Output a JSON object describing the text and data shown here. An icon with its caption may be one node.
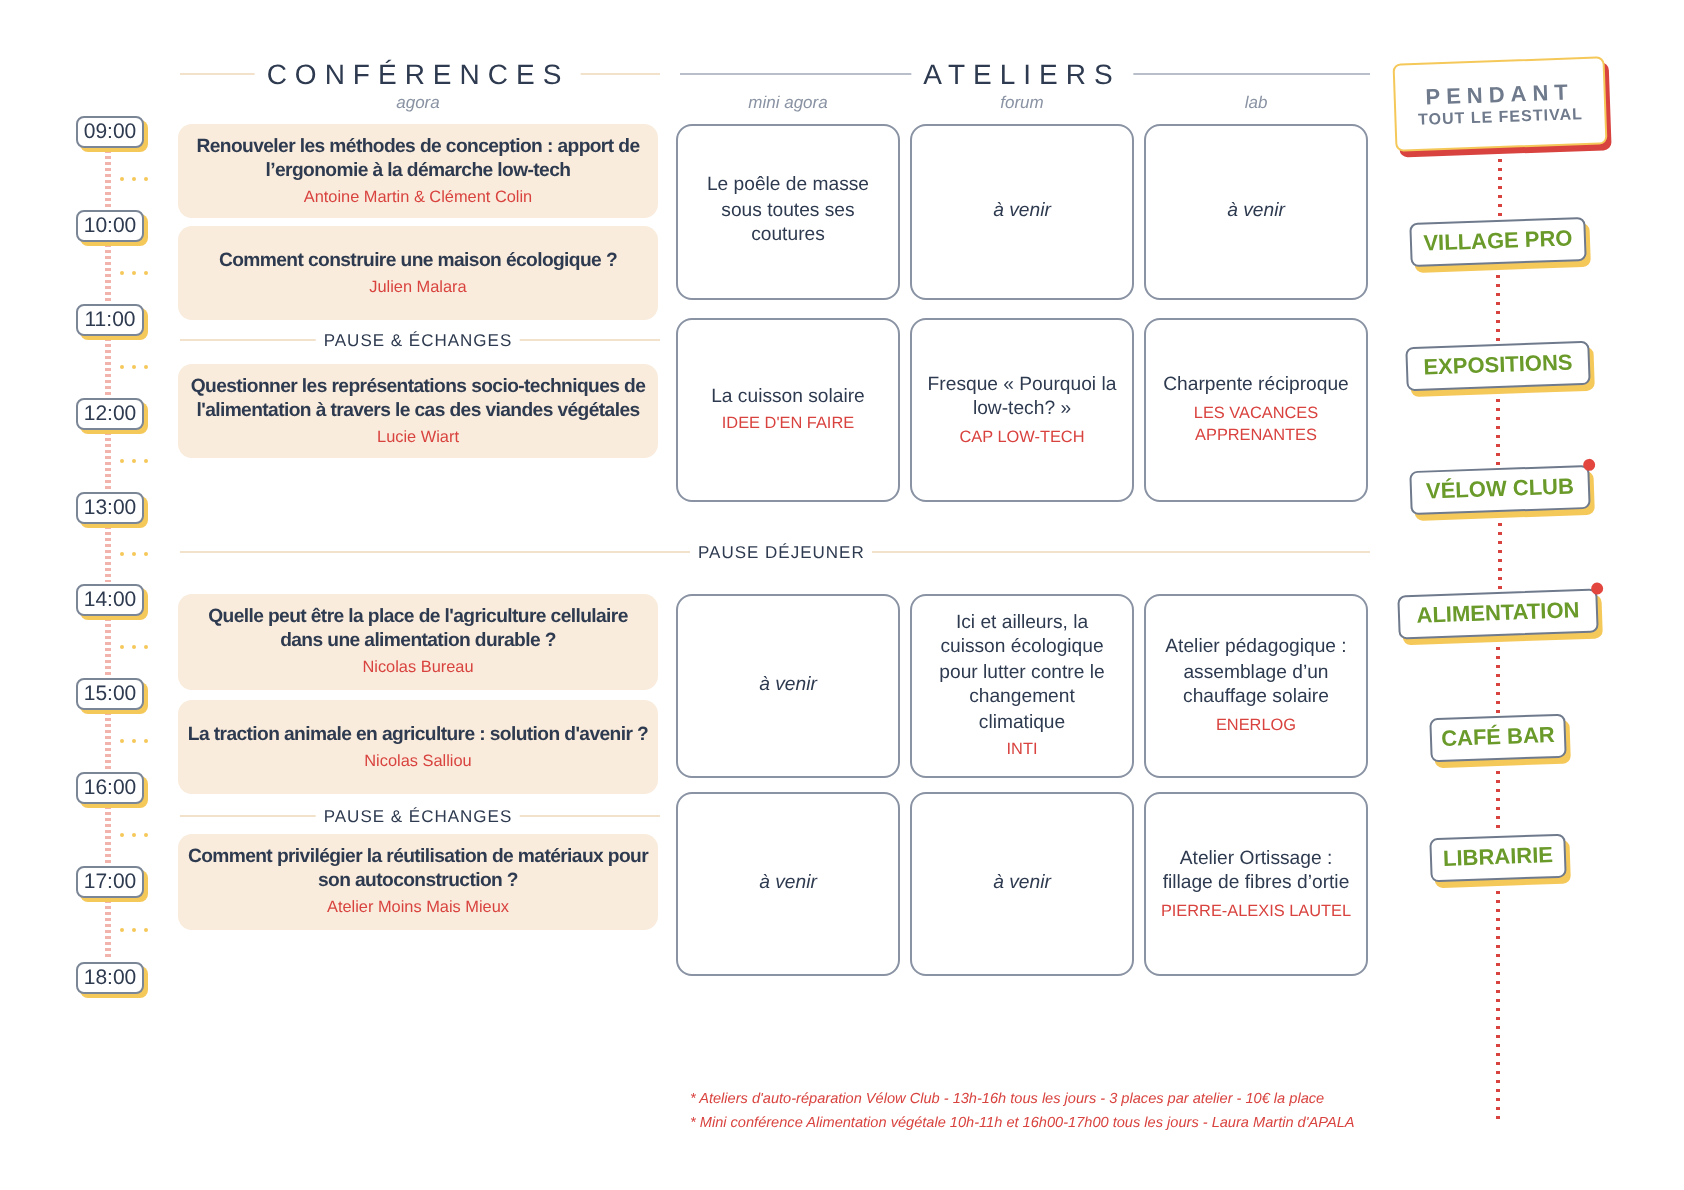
{
  "diagram": {
    "nodes": [
      {
        "text": [
          "09:00"
        ]
      },
      {
        "text": [
          "10:00"
        ]
      },
      {
        "text": [
          "11:00"
        ]
      },
      {
        "text": [
          "12:00"
        ]
      },
      {
        "text": [
          "13:00"
        ]
      },
      {
        "text": [
          "14:00"
        ]
      },
      {
        "text": [
          "15:00"
        ]
      },
      {
        "text": [
          "16:00"
        ]
      },
      {
        "text": [
          "17:00"
        ]
      },
      {
        "text": [
          "18:00"
        ]
      },
      {
        "text": [
          "Renouveler les méthodes de conception : apport de l’ergonomie à la démarche low-tech",
          "Antoine Martin & Clément Colin"
        ]
      },
      {
        "text": [
          "Comment construire une maison écologique ?",
          "Julien Malara"
        ]
      },
      {
        "text": [
          "Questionner les représentations socio-techniques de l'alimentation à travers le cas des viandes végétales",
          "Lucie Wiart"
        ]
      },
      {
        "text": [
          "Quelle peut être la place de l'agriculture cellulaire dans une alimentation durable ?",
          "Nicolas Bureau"
        ]
      },
      {
        "text": [
          "La traction animale en agriculture : solution d'avenir ?",
          "Nicolas Salliou"
        ]
      },
      {
        "text": [
          "Comment privilégier la réutilisation de matériaux pour son autoconstruction ?",
          "Atelier Moins Mais Mieux"
        ]
      },
      {
        "text": [
          "Le poêle de masse sous toutes ses coutures"
        ]
      },
      {
        "text": [
          "à venir"
        ]
      },
      {
        "text": [
          "à venir"
        ]
      },
      {
        "text": [
          "La cuisson solaire",
          "IDEE D'EN FAIRE"
        ]
      },
      {
        "text": [
          "Fresque « Pourquoi la low-tech? »",
          "CAP LOW-TECH"
        ]
      },
      {
        "text": [
          "Charpente réciproque",
          "LES VACANCES APPRENANTES"
        ]
      },
      {
        "text": [
          "à venir"
        ]
      },
      {
        "text": [
          "Ici et ailleurs, la cuisson écologique pour lutter contre le changement climatique",
          "INTI"
        ]
      },
      {
        "text": [
          "Atelier pédagogique : assemblage d’un chauffage solaire",
          "ENERLOG"
        ]
      },
      {
        "text": [
          "à venir"
        ]
      },
      {
        "text": [
          "à venir"
        ]
      },
      {
        "text": [
          "Atelier Ortissage : fillage de fibres d’ortie",
          "PIERRE-ALEXIS LAUTEL"
        ]
      },
      {
        "text": [
          "PENDANT",
          "TOUT LE FESTIVAL"
        ]
      },
      {
        "text": [
          "VILLAGE PRO"
        ]
      },
      {
        "text": [
          "EXPOSITIONS"
        ]
      },
      {
        "text": [
          "VÉLOW CLUB"
        ]
      },
      {
        "text": [
          "ALIMENTATION"
        ]
      },
      {
        "text": [
          "CAFÉ BAR"
        ]
      },
      {
        "text": [
          "LIBRAIRIE"
        ]
      }
    ],
    "edges": [
      {
        "from": 0,
        "to": 1,
        "arrow": "none",
        "style": "dashed"
      },
      {
        "from": 1,
        "to": 2,
        "arrow": "none",
        "style": "dashed"
      },
      {
        "from": 2,
        "to": 3,
        "arrow": "none",
        "style": "dashed"
      },
      {
        "from": 3,
        "to": 4,
        "arrow": "none",
        "style": "dashed"
      },
      {
        "from": 4,
        "to": 5,
        "arrow": "none",
        "style": "dashed"
      },
      {
        "from": 5,
        "to": 6,
        "arrow": "none",
        "style": "dashed"
      },
      {
        "from": 6,
        "to": 7,
        "arrow": "none",
        "style": "dashed"
      },
      {
        "from": 7,
        "to": 8,
        "arrow": "none",
        "style": "dashed"
      },
      {
        "from": 8,
        "to": 9,
        "arrow": "none",
        "style": "dashed"
      },
      {
        "from": 28,
        "to": 29,
        "arrow": "none",
        "style": "dashed",
        "color": "#d9433f"
      },
      {
        "from": 29,
        "to": 30,
        "arrow": "none",
        "style": "dashed",
        "color": "#d9433f"
      },
      {
        "from": 30,
        "to": 31,
        "arrow": "none",
        "style": "dashed",
        "color": "#d9433f"
      },
      {
        "from": 31,
        "to": 32,
        "arrow": "none",
        "style": "dashed",
        "color": "#d9433f"
      },
      {
        "from": 32,
        "to": 33,
        "arrow": "none",
        "style": "dashed",
        "color": "#d9433f"
      },
      {
        "from": 33,
        "to": 34,
        "arrow": "none",
        "style": "dashed",
        "color": "#d9433f"
      },
      {
        "from": 34,
        "to": null,
        "arrow": "none",
        "style": "dashed",
        "color": "#d9433f"
      }
    ],
    "labels": [
      "CONFÉRENCES",
      "ATELIERS",
      "agora",
      "mini agora",
      "forum",
      "lab",
      "PAUSE & ÉCHANGES",
      "PAUSE DÉJEUNER",
      "PAUSE & ÉCHANGES",
      "* Ateliers d'auto-réparation Vélow Club - 13h-16h tous les jours - 3 places par atelier - 10€ la place",
      "* Mini conférence Alimentation végétale 10h-11h et 16h00-17h00 tous les jours - Laura Martin d'APALA"
    ]
  }
}
